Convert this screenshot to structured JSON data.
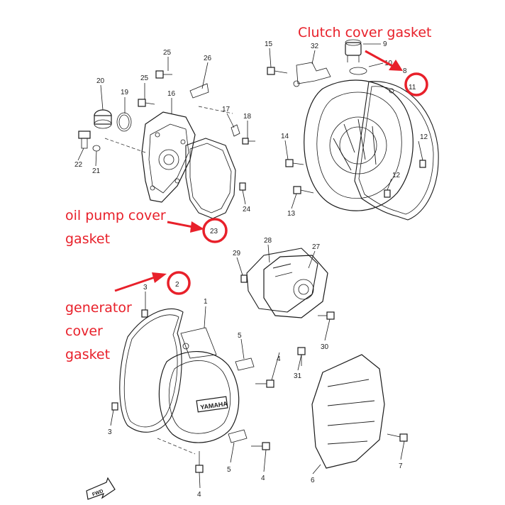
{
  "annotations": {
    "clutch": "Clutch cover gasket",
    "oil_pump": "oil pump cover\ngasket",
    "generator": "generator\ncover\ngasket"
  },
  "cover_logo": "YAMAHA",
  "fwd_label": "FWD",
  "callouts": {
    "p1": "1",
    "p2": "2",
    "p3a": "3",
    "p3b": "3",
    "p4a": "4",
    "p4b": "4",
    "p4c": "4",
    "p5a": "5",
    "p5b": "5",
    "p6": "6",
    "p7": "7",
    "p8": "8",
    "p9": "9",
    "p10": "10",
    "p11": "11",
    "p12a": "12",
    "p12b": "12",
    "p13": "13",
    "p14": "14",
    "p15": "15",
    "p16": "16",
    "p17": "17",
    "p18": "18",
    "p19": "19",
    "p20": "20",
    "p21": "21",
    "p22": "22",
    "p23": "23",
    "p24": "24",
    "p25a": "25",
    "p25b": "25",
    "p26": "26",
    "p27": "27",
    "p28": "28",
    "p29": "29",
    "p30": "30",
    "p31": "31",
    "p32": "32"
  },
  "colors": {
    "annotation": "#e8202a",
    "line": "#1a1a1a"
  }
}
